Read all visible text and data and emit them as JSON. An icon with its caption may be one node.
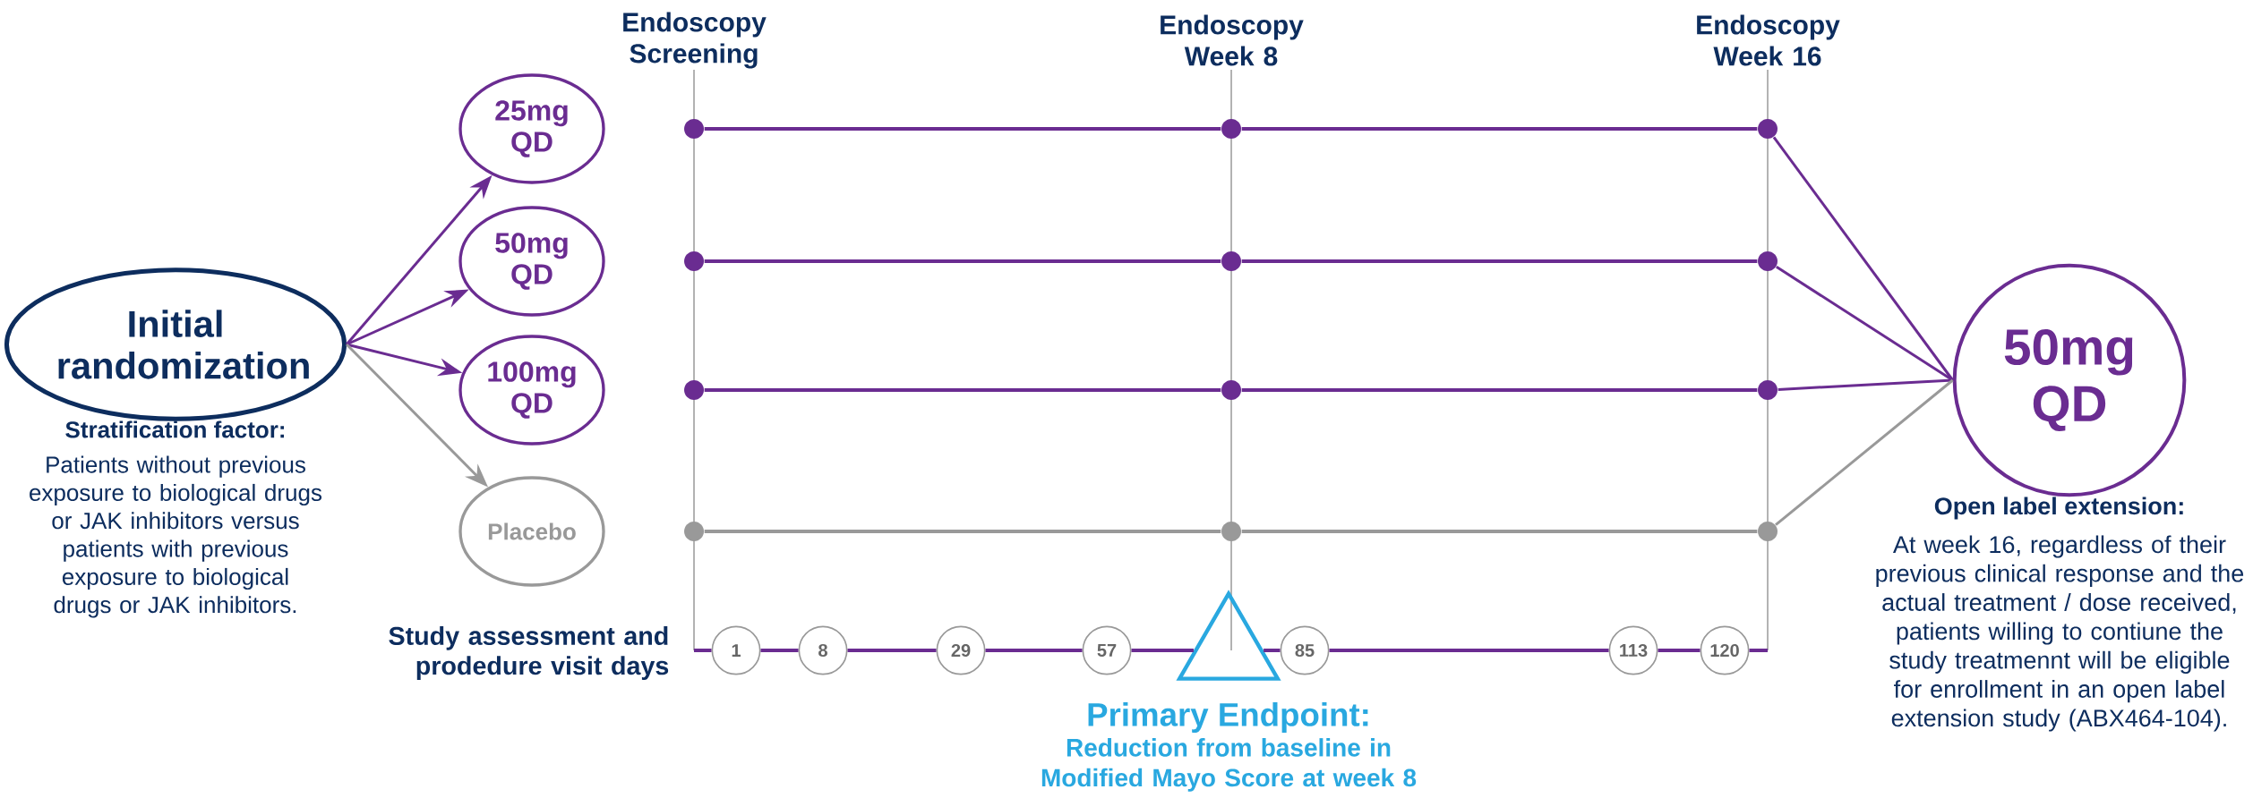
{
  "diagram": {
    "nodes": [
      {
        "text": [
          "Initial randomization"
        ],
        "beside": [
          "Stratification factor:",
          "Patients without previous exposure to biological drugs or JAK inhibitors versus patients with previous exposure to biological drugs or JAK inhibitors."
        ]
      },
      {
        "text": [
          "25mg QD"
        ]
      },
      {
        "text": [
          "50mg QD"
        ]
      },
      {
        "text": [
          "100mg QD"
        ]
      },
      {
        "text": [
          "Placebo"
        ]
      },
      {
        "text": [
          "50mg QD"
        ],
        "beside": [
          "Open label extension:",
          "At week 16, regardless of their previous clinical response and the actual treatment / dose received, patients willing to contiune the study treatmennt will be eligible for enrollment in an open label extension study (ABX464-104)."
        ]
      },
      {
        "text": [],
        "shape": "circle"
      },
      {
        "text": [],
        "shape": "circle"
      },
      {
        "text": [],
        "shape": "circle"
      },
      {
        "text": [],
        "shape": "circle"
      },
      {
        "text": [],
        "shape": "circle"
      },
      {
        "text": [],
        "shape": "circle"
      },
      {
        "text": [],
        "shape": "circle"
      },
      {
        "text": [],
        "shape": "circle"
      },
      {
        "text": [],
        "shape": "circle"
      },
      {
        "text": [],
        "shape": "circle"
      },
      {
        "text": [],
        "shape": "circle"
      },
      {
        "text": [],
        "shape": "circle"
      },
      {
        "text": [
          "1"
        ]
      },
      {
        "text": [
          "8"
        ]
      },
      {
        "text": [
          "29"
        ]
      },
      {
        "text": [
          "57"
        ]
      },
      {
        "text": [],
        "shape": "triangle",
        "beside": [
          "Primary Endpoint:",
          "Reduction from baseline in Modified Mayo Score at week 8"
        ]
      },
      {
        "text": [
          "85"
        ]
      },
      {
        "text": [
          "113"
        ]
      },
      {
        "text": [
          "120"
        ]
      }
    ],
    "edges": [
      {
        "from": 0,
        "to": 1,
        "arrow": "to"
      },
      {
        "from": 0,
        "to": 2,
        "arrow": "to"
      },
      {
        "from": 0,
        "to": 3,
        "arrow": "to"
      },
      {
        "from": 0,
        "to": 4,
        "arrow": "to",
        "color": "#999999"
      },
      {
        "from": 6,
        "to": 7,
        "arrow": "none"
      },
      {
        "from": 7,
        "to": 8,
        "arrow": "none"
      },
      {
        "from": 9,
        "to": 10,
        "arrow": "none"
      },
      {
        "from": 10,
        "to": 11,
        "arrow": "none"
      },
      {
        "from": 12,
        "to": 13,
        "arrow": "none"
      },
      {
        "from": 13,
        "to": 14,
        "arrow": "none"
      },
      {
        "from": 15,
        "to": 16,
        "arrow": "none",
        "color": "#999999"
      },
      {
        "from": 16,
        "to": 17,
        "arrow": "none",
        "color": "#999999"
      },
      {
        "from": 8,
        "to": 5,
        "arrow": "none"
      },
      {
        "from": 11,
        "to": 5,
        "arrow": "none"
      },
      {
        "from": 14,
        "to": 5,
        "arrow": "none"
      },
      {
        "from": 17,
        "to": 5,
        "arrow": "none",
        "color": "#999999"
      },
      {
        "from": null,
        "to": 18,
        "arrow": "none"
      },
      {
        "from": 18,
        "to": 19,
        "arrow": "none"
      },
      {
        "from": 19,
        "to": 20,
        "arrow": "none"
      },
      {
        "from": 20,
        "to": 21,
        "arrow": "none"
      },
      {
        "from": 21,
        "to": 22,
        "arrow": "none"
      },
      {
        "from": 22,
        "to": 23,
        "arrow": "none"
      },
      {
        "from": 23,
        "to": 24,
        "arrow": "none"
      },
      {
        "from": 24,
        "to": 25,
        "arrow": "none"
      },
      {
        "from": 25,
        "to": null,
        "arrow": "none"
      }
    ],
    "labels": [
      "Endoscopy Screening",
      "Endoscopy Week 8",
      "Endoscopy Week 16",
      "Study assessment and prodedure visit days"
    ]
  }
}
